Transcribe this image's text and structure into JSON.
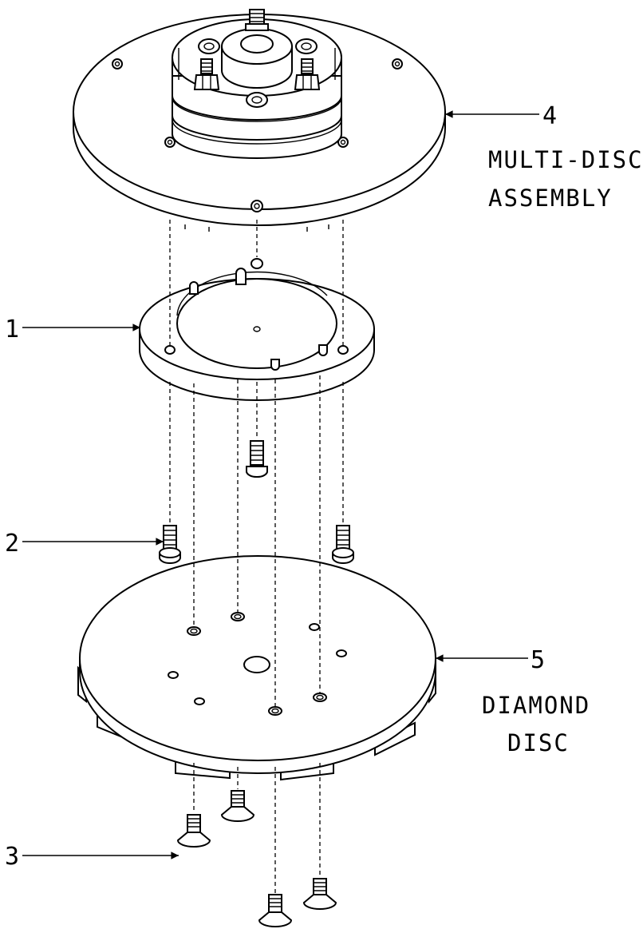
{
  "callouts": [
    {
      "number": "1"
    },
    {
      "number": "2"
    },
    {
      "number": "3"
    },
    {
      "number": "4",
      "text_line1": "MULTI-DISC",
      "text_line2": "ASSEMBLY"
    },
    {
      "number": "5",
      "text_line1": "DIAMOND",
      "text_line2": "DISC"
    }
  ]
}
